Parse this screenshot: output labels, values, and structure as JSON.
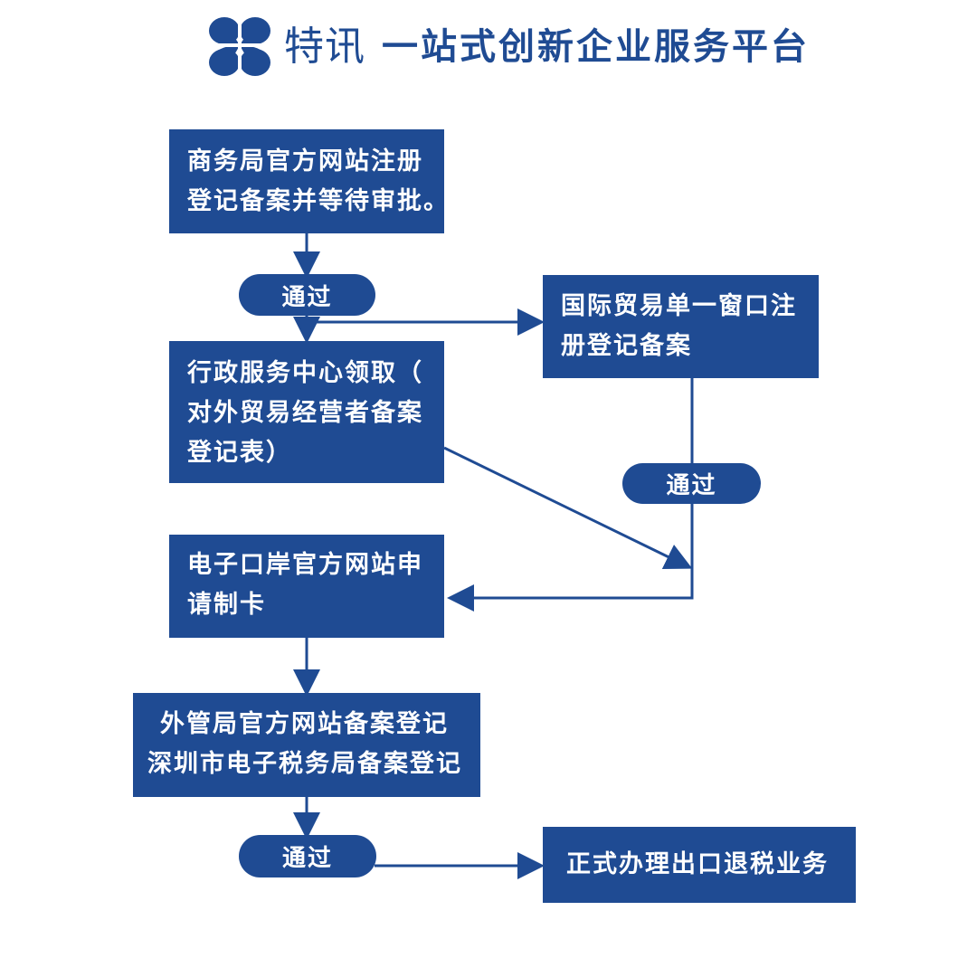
{
  "header": {
    "brand": "特讯",
    "tagline": "一站式创新企业服务平台"
  },
  "colors": {
    "primary": "#1f4b93",
    "text_on_primary": "#ffffff",
    "background": "#ffffff"
  },
  "nodes": {
    "step1": {
      "lines": [
        "商务局官方网站注册",
        "登记备案并等待审批。"
      ]
    },
    "pass1": {
      "label": "通过"
    },
    "side1": {
      "lines": [
        "国际贸易单一窗口注",
        "册登记备案"
      ]
    },
    "step2": {
      "lines": [
        "行政服务中心领取（",
        "对外贸易经营者备案",
        "登记表）"
      ]
    },
    "pass2": {
      "label": "通过"
    },
    "step3": {
      "lines": [
        "电子口岸官方网站申",
        "请制卡"
      ]
    },
    "step4": {
      "lines": [
        "外管局官方网站备案登记",
        "深圳市电子税务局备案登记"
      ]
    },
    "pass3": {
      "label": "通过"
    },
    "final": {
      "lines": [
        "正式办理出口退税业务"
      ]
    }
  }
}
